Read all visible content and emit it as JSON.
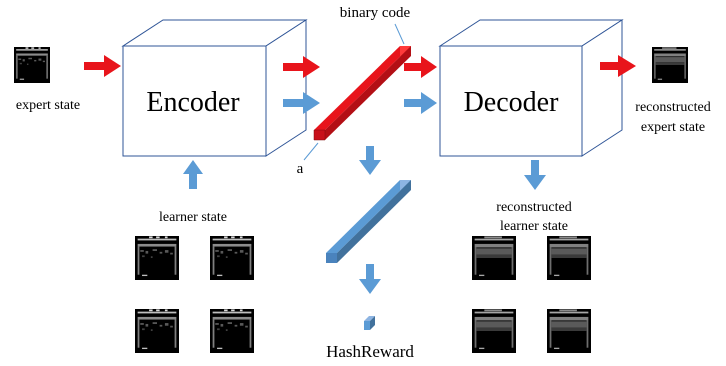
{
  "labels": {
    "binary_code": "binary code",
    "a": "a",
    "expert_state": "expert state",
    "encoder": "Encoder",
    "decoder": "Decoder",
    "reconstructed_expert_state_line1": "reconstructed",
    "reconstructed_expert_state_line2": "expert state",
    "learner_state": "learner state",
    "reconstructed_learner_state_line1": "reconstructed",
    "reconstructed_learner_state_line2": "learner state",
    "hash_reward": "HashReward"
  },
  "colors": {
    "red_arrow": "#e8141b",
    "blue_arrow": "#5b9bd5",
    "red_code_bar": "#e8141b",
    "blue_hash_bar": "#5b9bd5",
    "box_outline": "#2f5597"
  },
  "icons": {
    "state_frame": "atari-game-frame-icon",
    "reconstructed_frame": "blurred-game-frame-icon"
  }
}
